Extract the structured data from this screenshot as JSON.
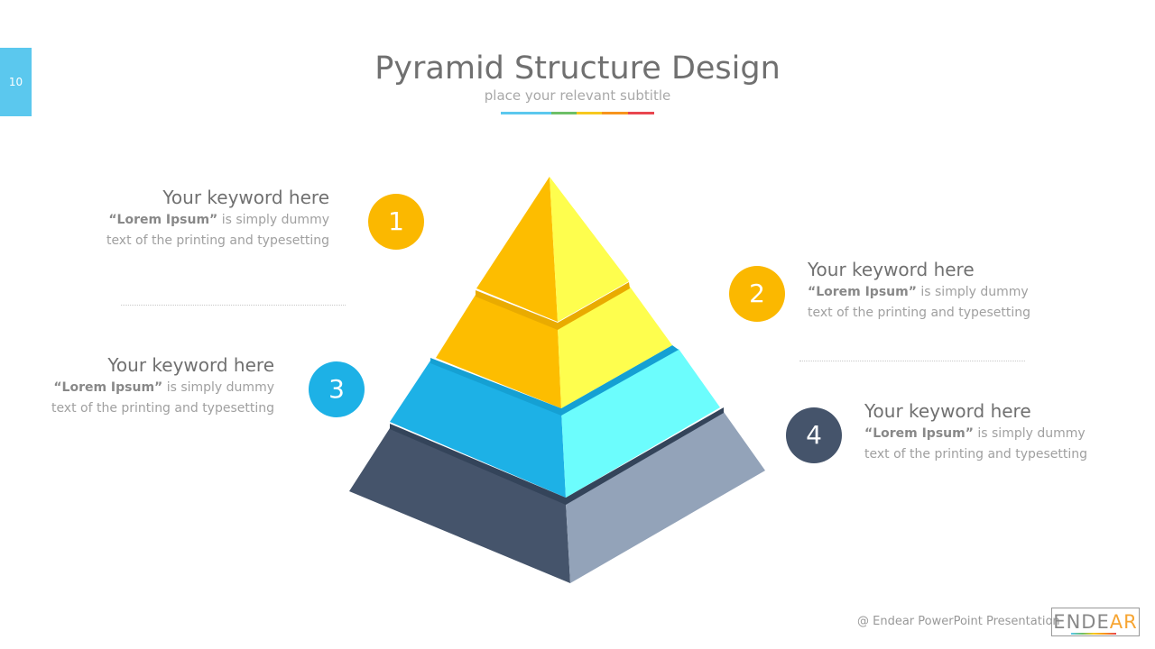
{
  "slide_number": "10",
  "title": "Pyramid Structure Design",
  "subtitle": "place your relevant subtitle",
  "accent_colors": [
    "#5bc8ee",
    "#6dbf67",
    "#f7c81e",
    "#f7941d",
    "#e9464f"
  ],
  "items": [
    {
      "number": "1",
      "keyword": "Your keyword here",
      "bold": "“Lorem Ipsum”",
      "rest": " is simply dummy",
      "line2": "text of the printing and typesetting",
      "color": "#fbb800"
    },
    {
      "number": "2",
      "keyword": "Your keyword here",
      "bold": "“Lorem Ipsum”",
      "rest": " is simply dummy",
      "line2": "text of the printing and typesetting",
      "color": "#fbb800"
    },
    {
      "number": "3",
      "keyword": "Your keyword here",
      "bold": "“Lorem Ipsum”",
      "rest": " is simply dummy",
      "line2": "text of the printing and typesetting",
      "color": "#1db1e6"
    },
    {
      "number": "4",
      "keyword": "Your keyword here",
      "bold": "“Lorem Ipsum”",
      "rest": " is simply dummy",
      "line2": "text of the printing and typesetting",
      "color": "#45546b"
    }
  ],
  "footer": "@ Endear PowerPoint Presentation",
  "logo": {
    "main": "ENDE",
    "accent": "AR"
  }
}
